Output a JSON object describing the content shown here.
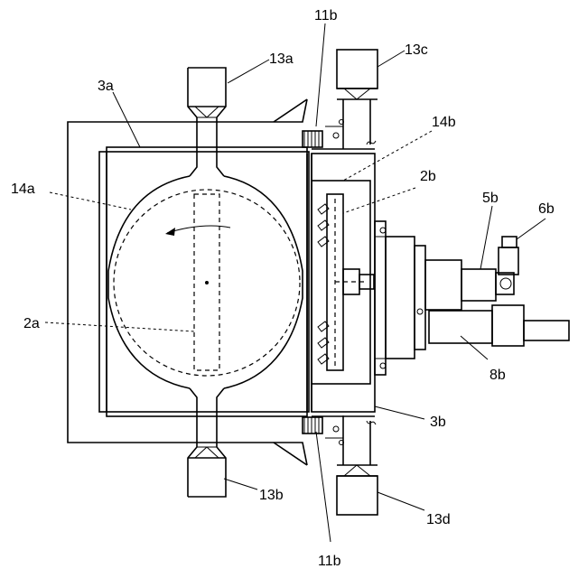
{
  "labels": {
    "l_11b_top": "11b",
    "l_13a": "13a",
    "l_13c": "13c",
    "l_3a": "3a",
    "l_14b": "14b",
    "l_14a": "14a",
    "l_2b": "2b",
    "l_5b": "5b",
    "l_6b": "6b",
    "l_2a": "2a",
    "l_8b": "8b",
    "l_3b": "3b",
    "l_13b": "13b",
    "l_13d": "13d",
    "l_11b_bottom": "11b"
  }
}
